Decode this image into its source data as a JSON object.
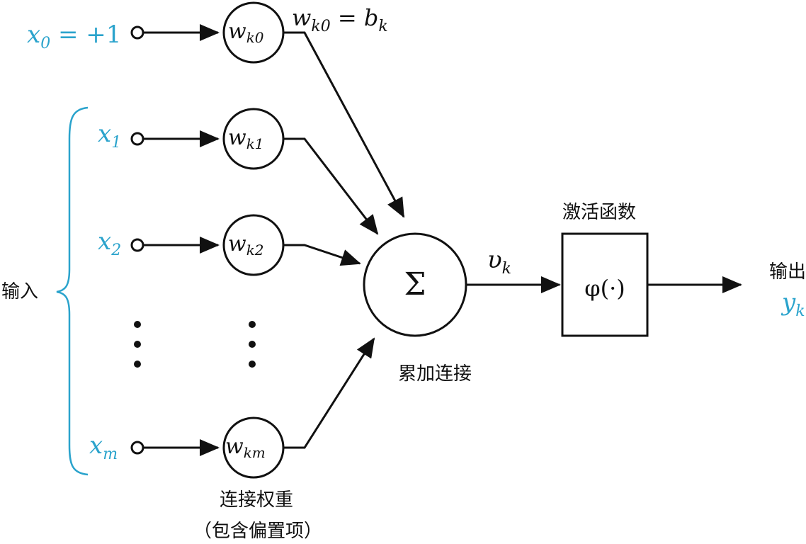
{
  "inputs": {
    "x0": {
      "base": "x",
      "sub": "0",
      "rest": " = +1"
    },
    "x1": {
      "base": "x",
      "sub": "1"
    },
    "x2": {
      "base": "x",
      "sub": "2"
    },
    "xm": {
      "base": "x",
      "sub": "m"
    }
  },
  "weights": {
    "w0": {
      "base": "w",
      "sub": "k0"
    },
    "w1": {
      "base": "w",
      "sub": "k1"
    },
    "w2": {
      "base": "w",
      "sub": "k2"
    },
    "wm": {
      "base": "w",
      "sub": "km"
    }
  },
  "bias_label": {
    "base": "w",
    "sub": "k0",
    "eq": " = b",
    "sub2": "k"
  },
  "sum_symbol": "Σ",
  "sum_output": {
    "base": "υ",
    "sub": "k"
  },
  "activation_function": "φ(·)",
  "output": {
    "base": "y",
    "sub": "k"
  },
  "labels": {
    "inputs": "输入",
    "weights_line1": "连接权重",
    "weights_line2": "（包含偏置项）",
    "summation": "累加连接",
    "activation": "激活函数",
    "output": "输出"
  },
  "colors": {
    "input_text": "#2aa3cc",
    "stroke": "#111111",
    "brace": "#2aa3cc"
  }
}
